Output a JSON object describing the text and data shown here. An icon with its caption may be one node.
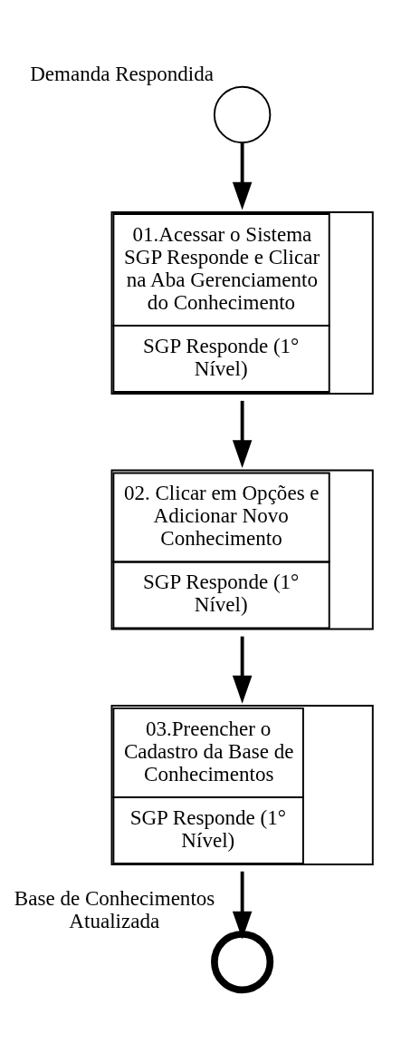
{
  "diagram": {
    "nodes": [
      {
        "text": [],
        "shape": "circle",
        "beside": [
          "Demanda Respondida"
        ]
      },
      {
        "text": [
          "01.Acessar o Sistema SGP Responde e Clicar na Aba Gerenciamento do Conhecimento",
          "SGP Responde (1° Nível)"
        ]
      },
      {
        "text": [
          "02. Clicar em Opções e Adicionar Novo Conhecimento",
          "SGP Responde (1° Nível)"
        ]
      },
      {
        "text": [
          "03.Preencher o Cadastro da Base de Conhecimentos",
          "SGP Responde (1° Nível)"
        ]
      },
      {
        "text": [],
        "shape": "circle",
        "beside": [
          "Base de Conhecimentos Atualizada"
        ]
      }
    ],
    "edges": [
      {
        "from": 0,
        "to": 1,
        "arrow": "to"
      },
      {
        "from": 1,
        "to": 2,
        "arrow": "to"
      },
      {
        "from": 2,
        "to": 3,
        "arrow": "to"
      },
      {
        "from": 3,
        "to": 4,
        "arrow": "to"
      }
    ]
  }
}
